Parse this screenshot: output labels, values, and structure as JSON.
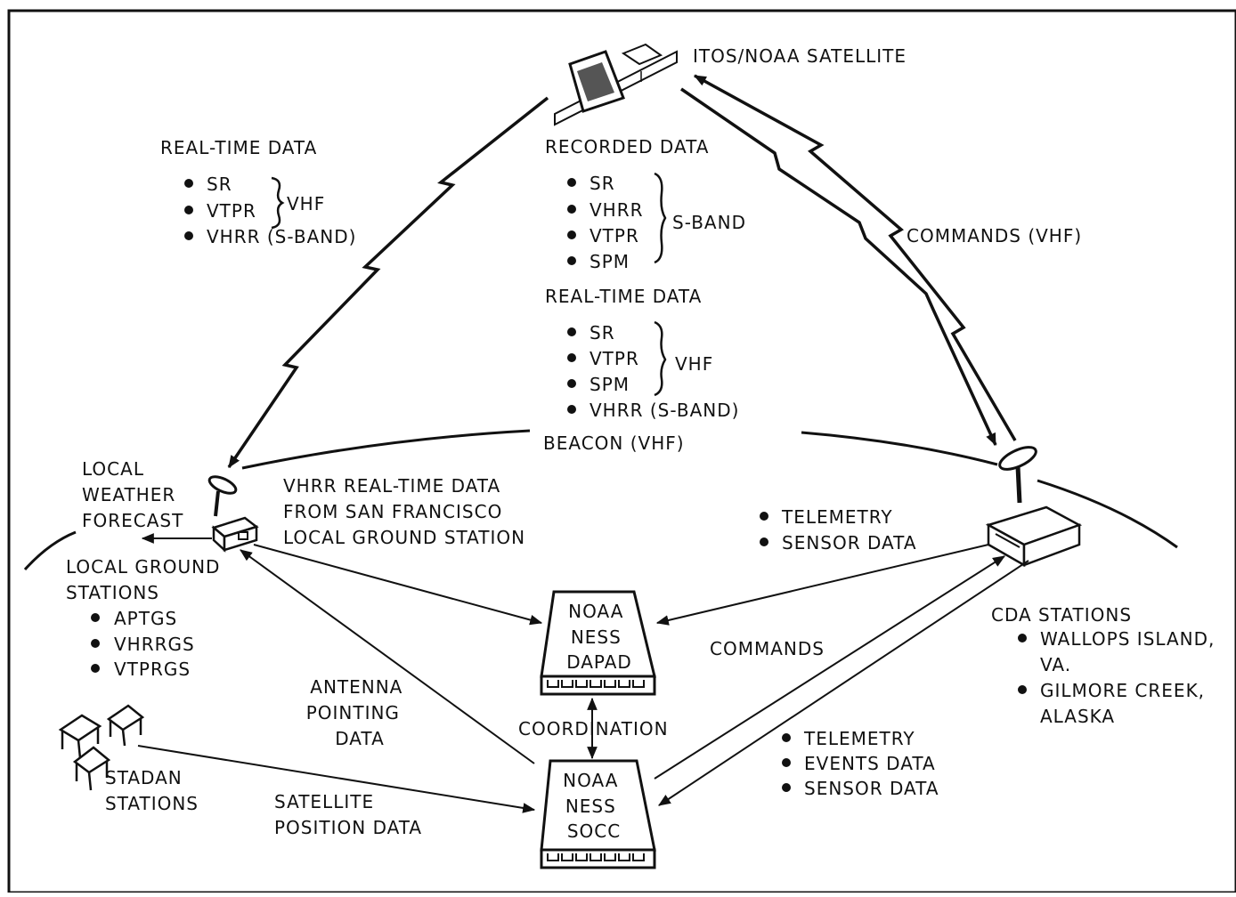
{
  "satellite": {
    "label": "ITOS/NOAA SATELLITE"
  },
  "left_link": {
    "title": "REAL-TIME DATA",
    "items": [
      "SR",
      "VTPR",
      "VHRR (S-BAND)"
    ],
    "band": "VHF"
  },
  "center_link": {
    "recorded_title": "RECORDED DATA",
    "recorded_items": [
      "SR",
      "VHRR",
      "VTPR",
      "SPM"
    ],
    "recorded_band": "S-BAND",
    "realtime_title": "REAL-TIME DATA",
    "realtime_items": [
      "SR",
      "VTPR",
      "SPM",
      "VHRR (S-BAND)"
    ],
    "realtime_band": "VHF",
    "beacon": "BEACON (VHF)"
  },
  "commands_link": {
    "label": "COMMANDS (VHF)"
  },
  "local_forecast": {
    "lines": [
      "LOCAL",
      "WEATHER",
      "FORECAST"
    ]
  },
  "vhrr_note": {
    "lines": [
      "VHRR REAL-TIME DATA",
      "FROM SAN FRANCISCO",
      "LOCAL GROUND STATION"
    ]
  },
  "local_ground": {
    "lines": [
      "LOCAL GROUND",
      "STATIONS"
    ],
    "items": [
      "APTGS",
      "VHRRGS",
      "VTPRGS"
    ]
  },
  "cda_downlink": {
    "items": [
      "TELEMETRY",
      "SENSOR DATA"
    ]
  },
  "cda_stations": {
    "title": "CDA STATIONS",
    "items": [
      [
        "WALLOPS ISLAND,",
        "VA."
      ],
      [
        "GILMORE CREEK,",
        "ALASKA"
      ]
    ]
  },
  "dapad": {
    "lines": [
      "NOAA",
      "NESS",
      "DAPAD"
    ]
  },
  "socc": {
    "lines": [
      "NOAA",
      "NESS",
      "SOCC"
    ]
  },
  "coordination": "COORDINATION",
  "commands": "COMMANDS",
  "antenna_data": {
    "lines": [
      "ANTENNA",
      "POINTING",
      "DATA"
    ]
  },
  "socc_inputs": {
    "items": [
      "TELEMETRY",
      "EVENTS DATA",
      "SENSOR DATA"
    ]
  },
  "stadan": {
    "lines": [
      "STADAN",
      "STATIONS"
    ]
  },
  "satellite_position": {
    "lines": [
      "SATELLITE",
      "POSITION DATA"
    ]
  }
}
